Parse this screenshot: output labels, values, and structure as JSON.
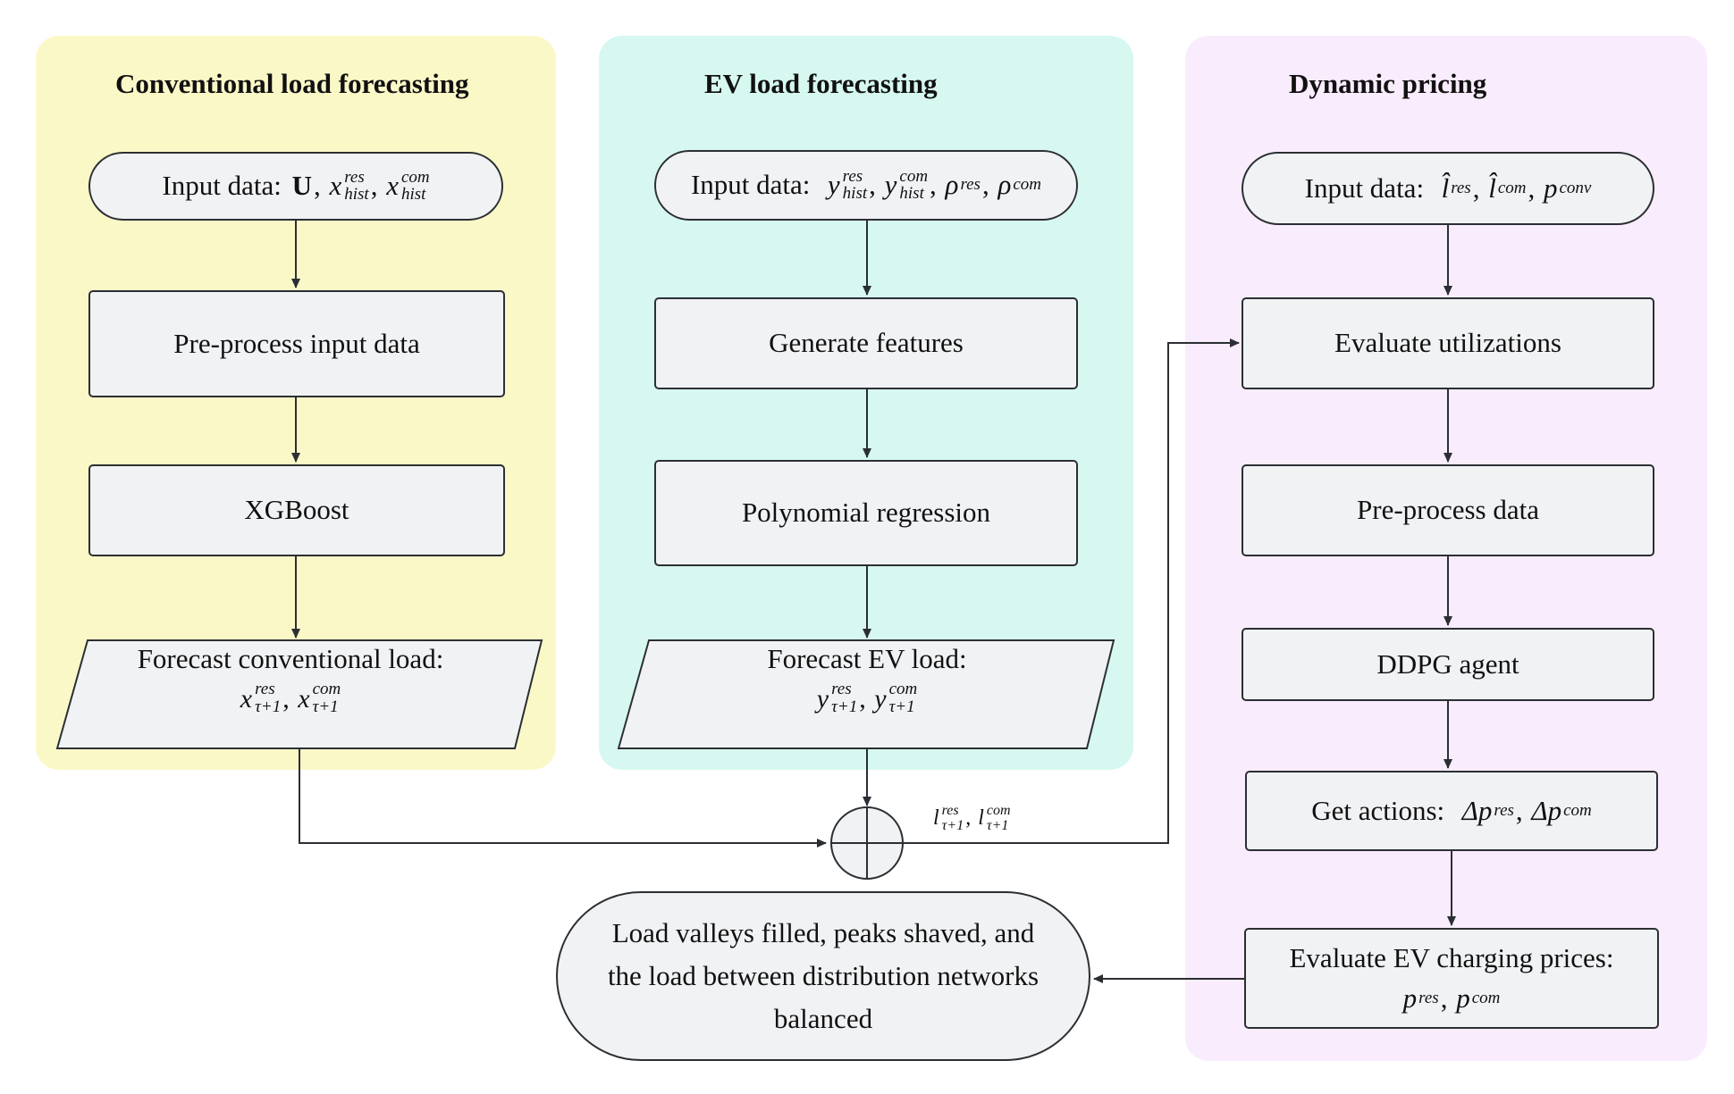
{
  "panels": {
    "conventional": {
      "title": "Conventional load forecasting",
      "input_label": "Input data:",
      "input_u": "U",
      "input_x": "x",
      "input_sup_res": "res",
      "input_sup_com": "com",
      "input_sub": "hist",
      "step1": "Pre-process input data",
      "step2": "XGBoost",
      "output_label": "Forecast conventional load:",
      "output_var": "x",
      "output_sub": "τ+1"
    },
    "ev": {
      "title": "EV load forecasting",
      "input_label": "Input data:",
      "input_y": "y",
      "input_rho": "ρ",
      "input_sup_res": "res",
      "input_sup_com": "com",
      "input_sub": "hist",
      "step1": "Generate features",
      "step2": "Polynomial regression",
      "output_label": "Forecast EV load:",
      "output_var": "y",
      "output_sub": "τ+1"
    },
    "dynamic": {
      "title": "Dynamic pricing",
      "input_label": "Input data:",
      "input_l": "l̂",
      "input_p": "p",
      "input_sup_res": "res",
      "input_sup_com": "com",
      "input_sup_conv": "conv",
      "step1": "Evaluate utilizations",
      "step2": "Pre-process data",
      "step3": "DDPG agent",
      "actions_label": "Get actions:",
      "actions_delta": "Δp",
      "prices_label": "Evaluate EV charging prices:",
      "prices_var": "p"
    }
  },
  "sum_label": {
    "var": "l",
    "sub": "τ+1",
    "sup_res": "res",
    "sup_com": "com"
  },
  "final": {
    "line1": "Load valleys filled, peaks shaved, and",
    "line2": "the load between distribution networks",
    "line3": "balanced"
  },
  "colors": {
    "panel_conventional": "#fbf8c8",
    "panel_ev": "#d6f8f1",
    "panel_dynamic": "#f9ecfd",
    "box_fill": "#f1f2f4",
    "stroke": "#2b2f33"
  }
}
